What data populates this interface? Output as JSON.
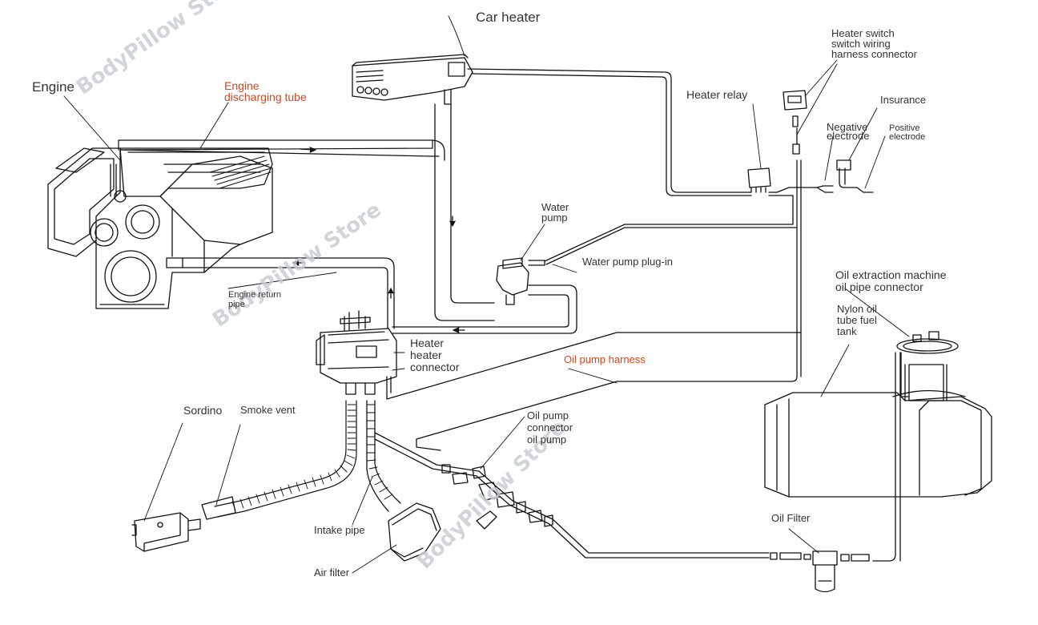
{
  "colors": {
    "line": "#111111",
    "label": "#333333",
    "highlight": "#d9441c",
    "watermark": "#c9cdd2"
  },
  "labels": {
    "car_heater": "Car heater",
    "engine": "Engine",
    "engine_discharging_tube": [
      "Engine",
      "discharging tube"
    ],
    "heater_switch": [
      "Heater switch",
      "switch wiring",
      "harness connector"
    ],
    "heater_relay": "Heater relay",
    "insurance": "Insurance",
    "negative_electrode": [
      "Negative",
      "electrode"
    ],
    "positive_electrode": [
      "Positive",
      "electrode"
    ],
    "water_pump": [
      "Water",
      "pump"
    ],
    "water_pump_plug_in": "Water pump plug-in",
    "engine_return_pipe": [
      "Engine return",
      "pipe"
    ],
    "heater_connector": [
      "Heater",
      "heater",
      "connector"
    ],
    "oil_extraction": [
      "Oil extraction machine",
      "oil pipe connector"
    ],
    "nylon_oil_tube": [
      "Nylon oil",
      "tube fuel",
      "tank"
    ],
    "oil_pump_harness": "Oil pump harness",
    "oil_pump_connector": [
      "Oil pump",
      "connector",
      "oil pump"
    ],
    "sordino": "Sordino",
    "smoke_vent": "Smoke vent",
    "intake_pipe": "Intake pipe",
    "air_filter": "Air filter",
    "oil_filter": "Oil Filter"
  },
  "watermark": "BodyPillow Store"
}
